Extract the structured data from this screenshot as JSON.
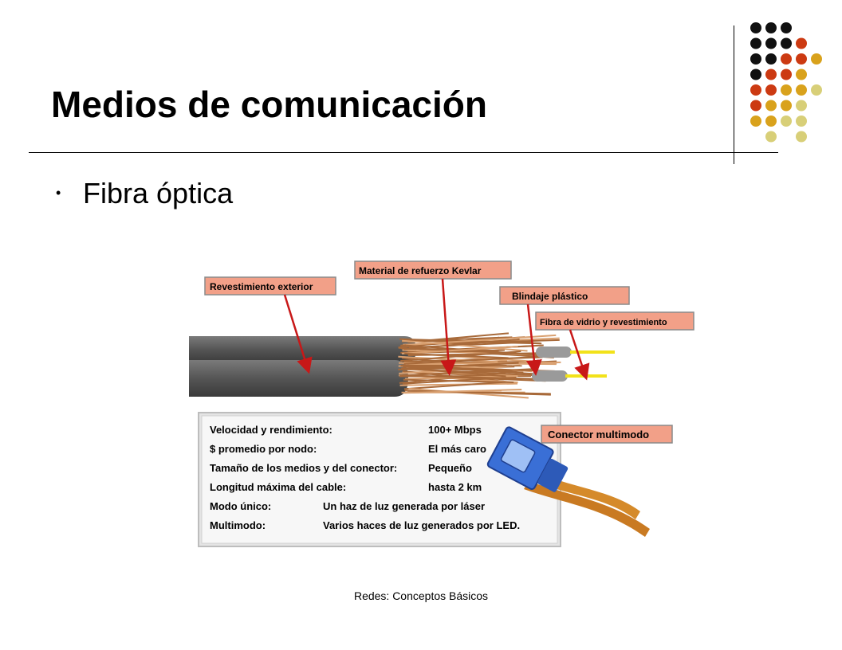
{
  "slide": {
    "title": "Medios de comunicación",
    "bullet": "Fibra óptica",
    "footer": "Redes: Conceptos Básicos"
  },
  "figure": {
    "callouts": {
      "jacket": "Revestimiento exterior",
      "kevlar": "Material de refuerzo Kevlar",
      "shield": "Blindaje plástico",
      "glass": "Fibra de vidrio y revestimiento",
      "connector": "Conector multimodo"
    },
    "specs": [
      {
        "label": "Velocidad y rendimiento:",
        "value": "100+ Mbps"
      },
      {
        "label": "$ promedio por nodo:",
        "value": "El más caro"
      },
      {
        "label": "Tamaño de los medios y del conector:",
        "value": "Pequeño"
      },
      {
        "label": "Longitud máxima del cable:",
        "value": "hasta 2 km"
      },
      {
        "label": "Modo único:",
        "value": "Un haz de luz generada por láser"
      },
      {
        "label": "Multimodo:",
        "value": "Varios haces de luz generados por LED."
      }
    ]
  },
  "colors": {
    "dot_black": "#111111",
    "dot_red": "#cc3a12",
    "dot_gold": "#d9a21c",
    "dot_khaki": "#d8cf78",
    "callout_fill": "#f2a088",
    "arrow": "#c81818",
    "cable": "#5c5c5c",
    "kevlar": "#a86a3a",
    "connector": "#3a6fd6"
  }
}
